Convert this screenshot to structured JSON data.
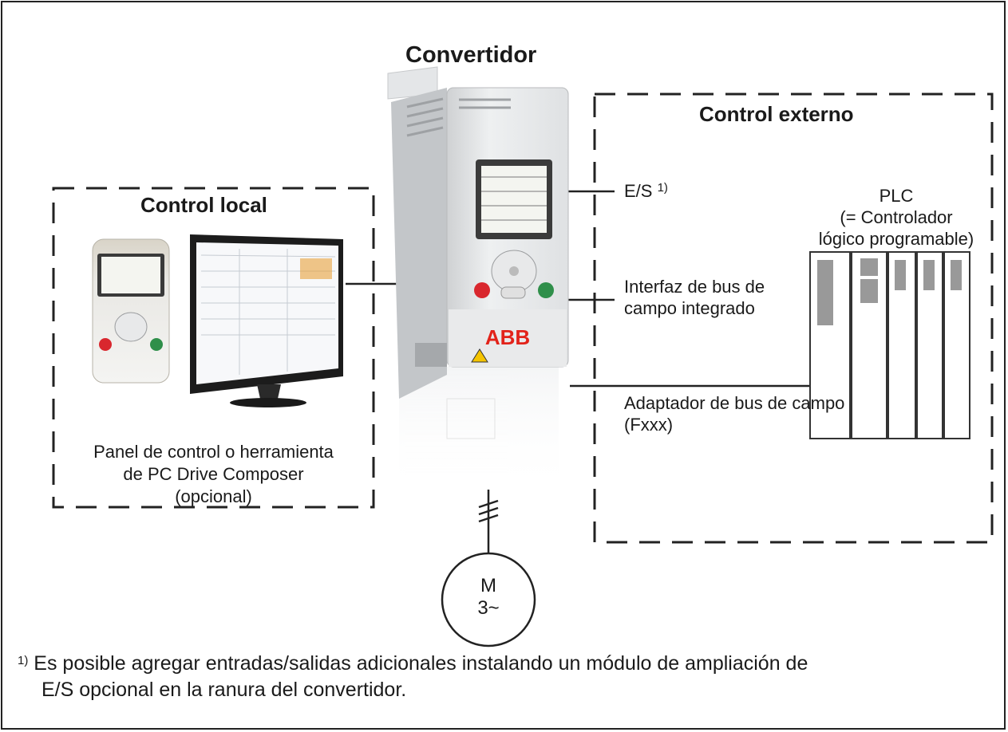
{
  "drive": {
    "title": "Convertidor",
    "brand": "ABB"
  },
  "local_control": {
    "title": "Control local",
    "description_lines": [
      "Panel de control o herramienta",
      "de PC Drive Composer",
      "(opcional)"
    ]
  },
  "external_control": {
    "title": "Control externo",
    "io_label": "E/S",
    "io_footnote_mark": "1)",
    "plc_lines": [
      "PLC",
      "(= Controlador",
      "lógico programable)"
    ],
    "fieldbus_integrated_lines": [
      "Interfaz de bus de",
      "campo integrado"
    ],
    "fieldbus_adapter_lines": [
      "Adaptador de bus de campo",
      "(Fxxx)"
    ]
  },
  "motor": {
    "letter": "M",
    "phase": "3~"
  },
  "footnote": {
    "mark": "1)",
    "lines": [
      "Es posible agregar entradas/salidas adicionales instalando un módulo de ampliación de",
      "E/S opcional en la ranura del convertidor."
    ]
  }
}
